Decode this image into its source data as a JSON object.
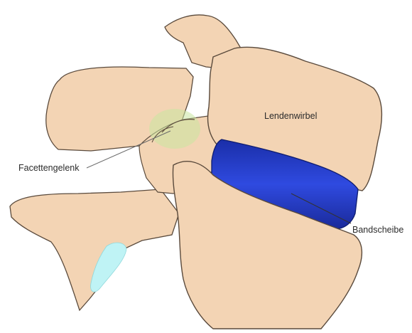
{
  "labels": {
    "vertebra": "Lendenwirbel",
    "facet_joint": "Facettengelenk",
    "disc": "Bandscheibe"
  },
  "colors": {
    "bone_fill": "#f3d4b4",
    "bone_stroke": "#5a4a3c",
    "disc_fill": "#1c34c8",
    "facet_highlight": "#c8e6a0",
    "cartilage": "#bff3f5",
    "leader_line": "#6b6b6b"
  }
}
